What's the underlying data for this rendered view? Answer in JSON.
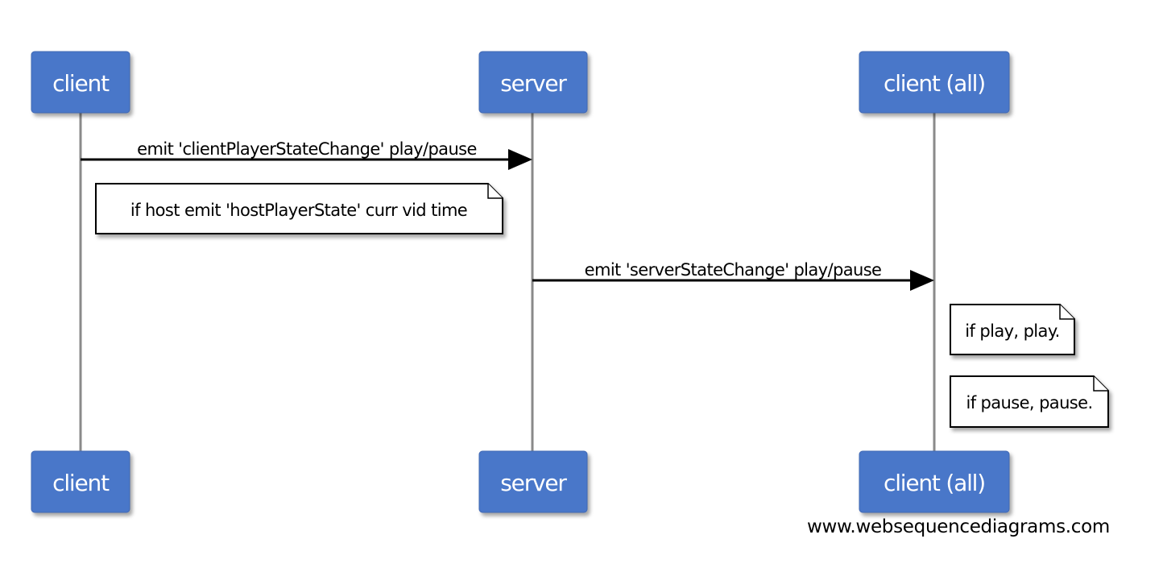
{
  "diagram": {
    "participants": [
      {
        "name": "client"
      },
      {
        "name": "server"
      },
      {
        "name": "client (all)"
      }
    ],
    "messages": [
      {
        "from": "client",
        "to": "server",
        "label": "emit 'clientPlayerStateChange' play/pause"
      },
      {
        "from": "server",
        "to": "client (all)",
        "label": "emit 'serverStateChange' play/pause"
      }
    ],
    "notes": [
      {
        "participant": "client",
        "position": "right of",
        "text": "if host emit 'hostPlayerState' curr vid time"
      },
      {
        "participant": "client (all)",
        "position": "right of",
        "text": "if play, play."
      },
      {
        "participant": "client (all)",
        "position": "right of",
        "text": "if pause, pause."
      }
    ],
    "watermark": "www.websequencediagrams.com"
  },
  "colors": {
    "actor_fill": "#4a77c9",
    "actor_text": "#ffffff",
    "lifeline": "#8a8a8a",
    "arrow": "#000000",
    "note_fill": "#ffffff"
  }
}
